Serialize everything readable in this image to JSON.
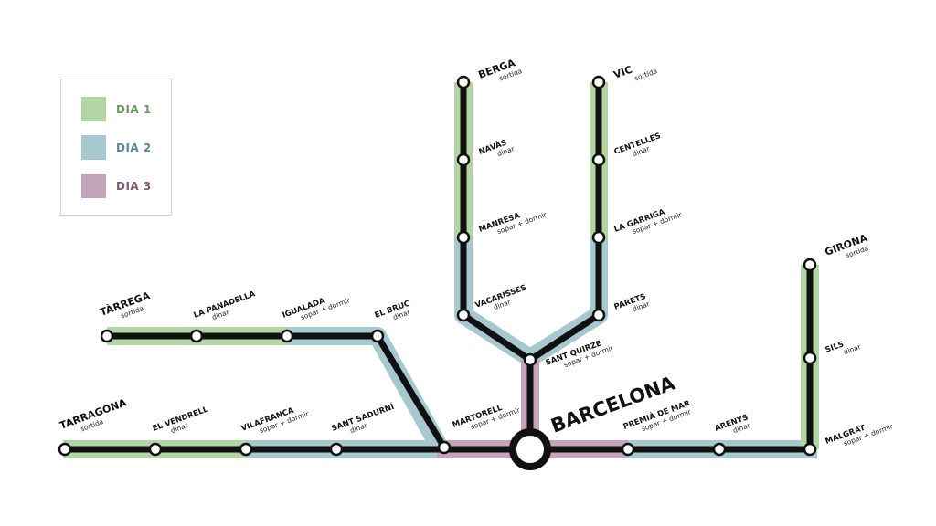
{
  "legend": [
    {
      "label": "DIA 1",
      "color": "#b3d5a6",
      "text_color": "#6f9966"
    },
    {
      "label": "DIA 2",
      "color": "#a8c8cf",
      "text_color": "#5f8790"
    },
    {
      "label": "DIA 3",
      "color": "#c4a4b9",
      "text_color": "#7d5a70"
    }
  ],
  "hub": {
    "label": "BARCELONA"
  },
  "stations": [
    {
      "id": "tarragona",
      "name": "TARRAGONA",
      "sub": "sortida"
    },
    {
      "id": "el-vendrell",
      "name": "EL VENDRELL",
      "sub": "dinar"
    },
    {
      "id": "vilafranca",
      "name": "VILAFRANCA",
      "sub": "sopar + dormir"
    },
    {
      "id": "sant-sadurni",
      "name": "SANT SADURNÍ",
      "sub": "dinar"
    },
    {
      "id": "martorell",
      "name": "MARTORELL",
      "sub": "sopar + dormir"
    },
    {
      "id": "tarrega",
      "name": "TÀRREGA",
      "sub": "sortida"
    },
    {
      "id": "la-panadella",
      "name": "LA PANADELLA",
      "sub": "dinar"
    },
    {
      "id": "igualada",
      "name": "IGUALADA",
      "sub": "sopar + dormir"
    },
    {
      "id": "el-bruc",
      "name": "EL BRUC",
      "sub": "dinar"
    },
    {
      "id": "berga",
      "name": "BERGA",
      "sub": "sortida"
    },
    {
      "id": "navas",
      "name": "NAVÀS",
      "sub": "dinar"
    },
    {
      "id": "manresa",
      "name": "MANRESA",
      "sub": "sopar + dormir"
    },
    {
      "id": "vacarisses",
      "name": "VACARISSES",
      "sub": "dinar"
    },
    {
      "id": "vic",
      "name": "VIC",
      "sub": "sortida"
    },
    {
      "id": "centelles",
      "name": "CENTELLES",
      "sub": "dinar"
    },
    {
      "id": "la-garriga",
      "name": "LA GARRIGA",
      "sub": "sopar + dormir"
    },
    {
      "id": "parets",
      "name": "PARETS",
      "sub": "dinar"
    },
    {
      "id": "sant-quirze",
      "name": "SANT QUIRZE",
      "sub": "sopar + dormir"
    },
    {
      "id": "premia-de-mar",
      "name": "PREMIÀ DE MAR",
      "sub": "sopar + dormir"
    },
    {
      "id": "arenys",
      "name": "ARENYS",
      "sub": "dinar"
    },
    {
      "id": "malgrat",
      "name": "MALGRAT",
      "sub": "sopar + dormir"
    },
    {
      "id": "sils",
      "name": "SILS",
      "sub": "dinar"
    },
    {
      "id": "girona",
      "name": "GIRONA",
      "sub": "sortida"
    }
  ]
}
